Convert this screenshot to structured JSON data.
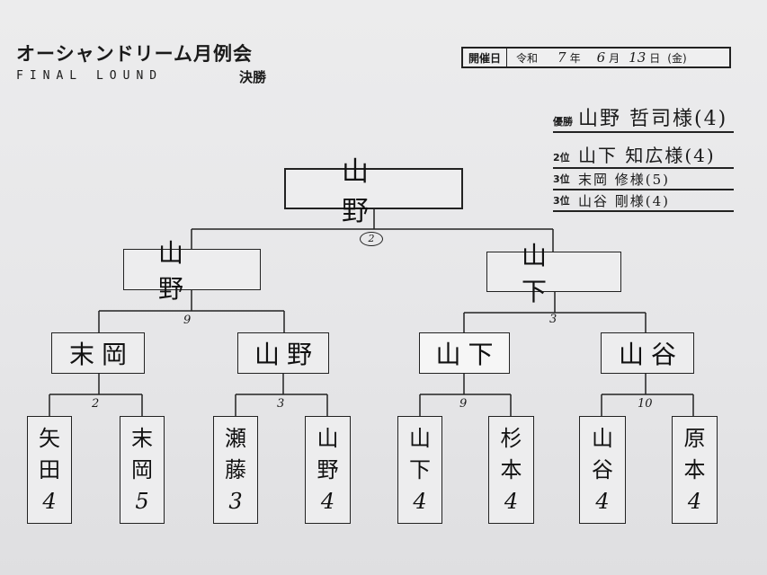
{
  "header": {
    "title": "オーシャンドリーム月例会",
    "subtitle": "FINAL LOUND",
    "stage": "決勝"
  },
  "date": {
    "label": "開催日",
    "era": "令和",
    "year": "7",
    "year_unit": "年",
    "month": "6",
    "month_unit": "月",
    "day": "13",
    "day_unit": "日",
    "weekday": "(金)"
  },
  "results": [
    {
      "rank": "優勝",
      "name": "山野 哲司様(4)"
    },
    {
      "rank": "2位",
      "name": "山下 知広様(4)"
    },
    {
      "rank": "3位",
      "name": "末岡 修様(5)"
    },
    {
      "rank": "3位",
      "name": "山谷 剛様(4)"
    }
  ],
  "bracket": {
    "champion": "山野",
    "final": {
      "left": "山野",
      "right": "山下",
      "score": "2"
    },
    "semis": [
      {
        "left": "末岡",
        "right": "山野",
        "score": "9"
      },
      {
        "left": "山下",
        "right": "山谷",
        "score": "3"
      }
    ],
    "quarters": [
      {
        "score": "2",
        "players": [
          {
            "name": [
              "矢",
              "田"
            ],
            "handicap": "4"
          },
          {
            "name": [
              "末",
              "岡"
            ],
            "handicap": "5"
          }
        ]
      },
      {
        "score": "3",
        "players": [
          {
            "name": [
              "瀬",
              "藤"
            ],
            "handicap": "3"
          },
          {
            "name": [
              "山",
              "野"
            ],
            "handicap": "4"
          }
        ]
      },
      {
        "score": "9",
        "players": [
          {
            "name": [
              "山",
              "下"
            ],
            "handicap": "4"
          },
          {
            "name": [
              "杉",
              "本"
            ],
            "handicap": "4"
          }
        ]
      },
      {
        "score": "10",
        "players": [
          {
            "name": [
              "山",
              "谷"
            ],
            "handicap": "4"
          },
          {
            "name": [
              "原",
              "本"
            ],
            "handicap": "4"
          }
        ]
      }
    ]
  }
}
